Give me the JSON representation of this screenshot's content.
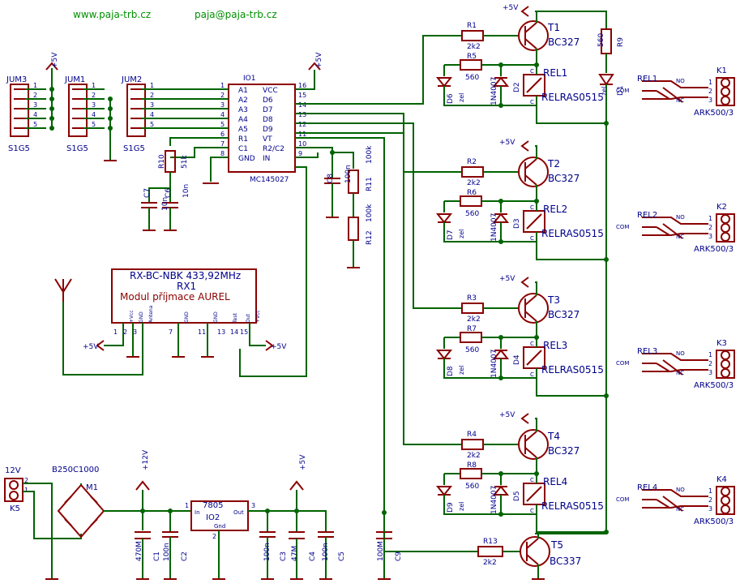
{
  "header": {
    "website": "www.paja-trb.cz",
    "email": "paja@paja-trb.cz"
  },
  "power_labels": {
    "vcc": "+5V",
    "v12": "+12V"
  },
  "jumpers": [
    {
      "name": "JUM3",
      "type": "S1G5",
      "pins": [
        "1",
        "2",
        "3",
        "4",
        "5"
      ]
    },
    {
      "name": "JUM1",
      "type": "S1G5",
      "pins": [
        "1",
        "2",
        "3",
        "4",
        "5"
      ]
    },
    {
      "name": "JUM2",
      "type": "S1G5",
      "pins": [
        "1",
        "2",
        "3",
        "4",
        "5"
      ]
    }
  ],
  "io1": {
    "name": "IO1",
    "part": "MC145027",
    "left_pins": [
      {
        "n": "1",
        "l": "A1"
      },
      {
        "n": "2",
        "l": "A2"
      },
      {
        "n": "3",
        "l": "A3"
      },
      {
        "n": "4",
        "l": "A4"
      },
      {
        "n": "5",
        "l": "A5"
      },
      {
        "n": "6",
        "l": "R1"
      },
      {
        "n": "7",
        "l": "C1"
      },
      {
        "n": "8",
        "l": "GND"
      }
    ],
    "right_pins": [
      {
        "n": "16",
        "l": "VCC"
      },
      {
        "n": "15",
        "l": "D6"
      },
      {
        "n": "14",
        "l": "D7"
      },
      {
        "n": "13",
        "l": "D8"
      },
      {
        "n": "12",
        "l": "D9"
      },
      {
        "n": "11",
        "l": "VT"
      },
      {
        "n": "10",
        "l": "R2/C2"
      },
      {
        "n": "9",
        "l": "IN"
      }
    ]
  },
  "timing": {
    "r10": "R10",
    "r10v": "51k",
    "c7": "C7",
    "c7v": "10n",
    "c6": "C6",
    "c6v": "10n",
    "c8": "C8",
    "c8v": "100n",
    "r11": "R11",
    "r11v": "100k",
    "r12": "R12",
    "r12v": "100k"
  },
  "rx": {
    "line1": "RX-BC-NBK 433,92MHz",
    "line2": "RX1",
    "line3": "Modul příjmace AUREL",
    "pins": [
      {
        "n": "1",
        "l": "+Vcc"
      },
      {
        "n": "2",
        "l": "GND"
      },
      {
        "n": "3",
        "l": "Antena"
      },
      {
        "n": "7",
        "l": "GND"
      },
      {
        "n": "11",
        "l": "GND"
      },
      {
        "n": "13",
        "l": "Test"
      },
      {
        "n": "14",
        "l": "Out"
      },
      {
        "n": "15",
        "l": "+Vcc"
      }
    ]
  },
  "channels": [
    {
      "r": "R1",
      "rv": "2k2",
      "t": "T1",
      "tv": "BC327",
      "rs": "R5",
      "rsv": "560",
      "led": "D6",
      "ledc": "zel",
      "d": "D2",
      "dv": "1N4007",
      "rel": "REL1",
      "relv": "RELRAS0515",
      "c": "C",
      "k": "K1",
      "kv": "ARK500/3",
      "relb": "REL1"
    },
    {
      "r": "R2",
      "rv": "2k2",
      "t": "T2",
      "tv": "BC327",
      "rs": "R6",
      "rsv": "560",
      "led": "D7",
      "ledc": "zel",
      "d": "D3",
      "dv": "1N4007",
      "rel": "REL2",
      "relv": "RELRAS0515",
      "c": "C",
      "k": "K2",
      "kv": "ARK500/3",
      "relb": "REL2"
    },
    {
      "r": "R3",
      "rv": "2k2",
      "t": "T3",
      "tv": "BC327",
      "rs": "R7",
      "rsv": "560",
      "led": "D8",
      "ledc": "zel",
      "d": "D4",
      "dv": "1N4007",
      "rel": "REL3",
      "relv": "RELRAS0515",
      "c": "C",
      "k": "K3",
      "kv": "ARK500/3",
      "relb": "REL3"
    },
    {
      "r": "R4",
      "rv": "2k2",
      "t": "T4",
      "tv": "BC327",
      "rs": "R8",
      "rsv": "560",
      "led": "D9",
      "ledc": "zel",
      "d": "D5",
      "dv": "1N4007",
      "rel": "REL4",
      "relv": "RELRAS0515",
      "c": "C",
      "k": "K4",
      "kv": "ARK500/3",
      "relb": "REL4"
    }
  ],
  "relay_contacts": {
    "no": "NO",
    "nc": "NC",
    "com": "COM",
    "p1": "1",
    "p2": "2",
    "p3": "3"
  },
  "r9": {
    "name": "R9",
    "value": "560"
  },
  "d1": {
    "name": "D1",
    "color": "zel"
  },
  "t5": {
    "r": "R13",
    "rv": "2k2",
    "t": "T5",
    "tv": "BC337"
  },
  "supply": {
    "k5": "K5",
    "v": "12V",
    "p1": "1",
    "p2": "2",
    "m1": "M1",
    "bridge": "B250C1000",
    "c1": "C1",
    "c1v": "470M",
    "c2": "C2",
    "c2v": "100n",
    "io2": "IO2",
    "io2v": "7805",
    "in": "In",
    "out": "Out",
    "gnd": "Gnd",
    "pin1": "1",
    "pin2": "2",
    "pin3": "3",
    "c3": "C3",
    "c3v": "100n",
    "c4": "C4",
    "c4v": "47M",
    "c5": "C5",
    "c5v": "100n",
    "c9": "C9",
    "c9v": "100M"
  }
}
